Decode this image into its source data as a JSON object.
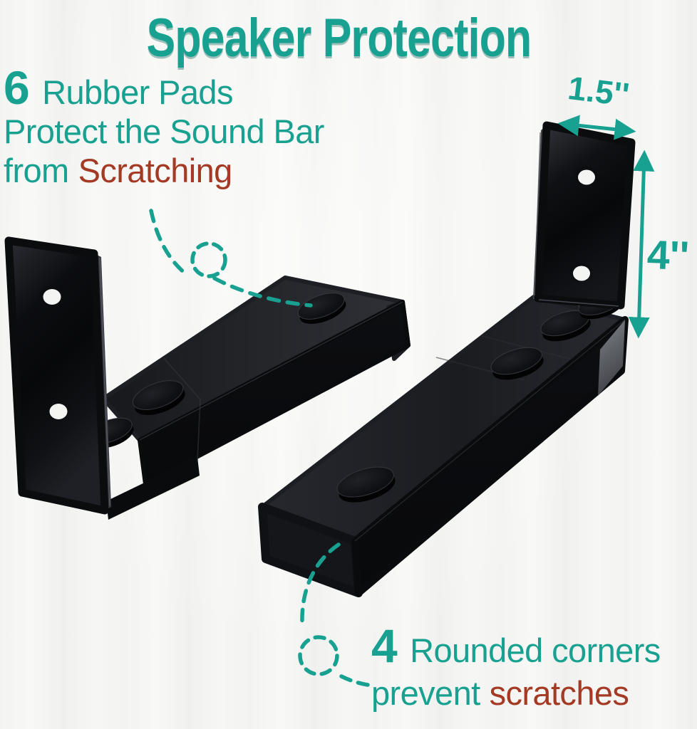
{
  "title": "Speaker Protection",
  "top_annotation": {
    "number": "6",
    "label": "Rubber Pads",
    "line2": "Protect the Sound Bar",
    "line3_prefix": "from",
    "line3_highlight": "Scratching"
  },
  "bottom_annotation": {
    "number": "4",
    "label": "Rounded corners",
    "line2_prefix": "prevent",
    "line2_highlight": "scratches"
  },
  "dimensions": {
    "width_label": "1.5''",
    "height_label": "4''"
  },
  "colors": {
    "accent_teal": "#18A191",
    "highlight_red": "#A43A24",
    "bracket_black": "#0B0C0F",
    "background": "#F4F4F2"
  },
  "icons": {
    "width_arrow": "double-headed-arrow-horizontal",
    "height_arrow": "double-headed-arrow-vertical",
    "top_callout": "dashed-curve-with-circle",
    "bottom_callout": "dashed-curve-with-circle"
  },
  "illustration": {
    "left_bracket": "L-shaped black bracket, 3 rubber pads, 2 screw holes",
    "right_bracket": "L-shaped black bracket, 3 rubber pads, 2 screw holes"
  }
}
